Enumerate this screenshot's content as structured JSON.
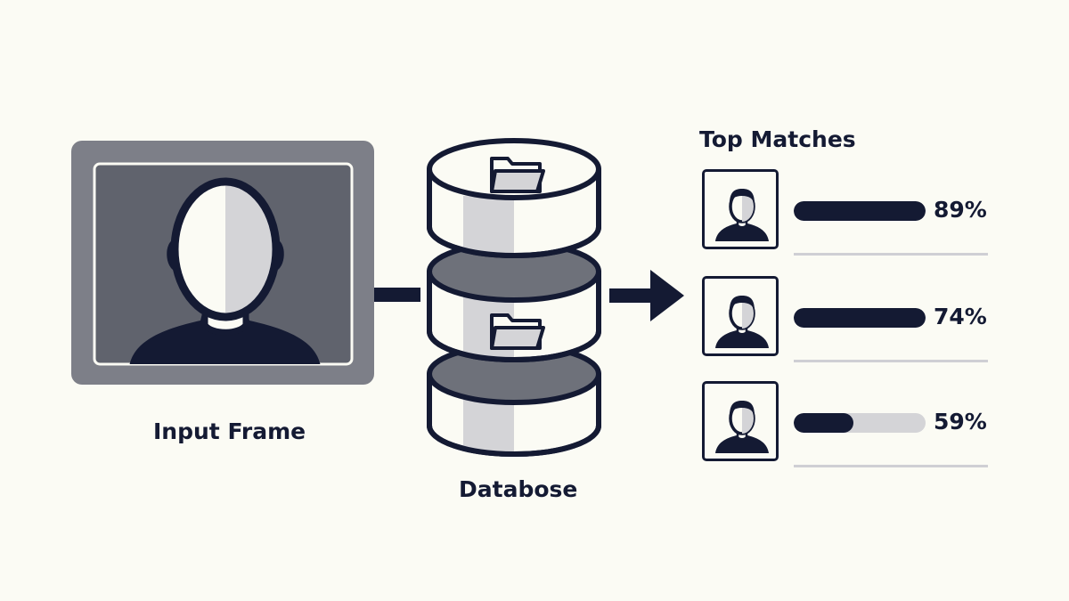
{
  "input": {
    "label": "Input Frame"
  },
  "database": {
    "label": "Databose"
  },
  "matches": {
    "title": "Top Matches",
    "items": [
      {
        "score": 0.89,
        "percent_label": "89%"
      },
      {
        "score": 0.74,
        "percent_label": "74%"
      },
      {
        "score": 0.59,
        "percent_label": "59%"
      }
    ]
  },
  "colors": {
    "ink": "#141a33",
    "frame_outer": "#7d7f88",
    "frame_inner": "#60636d",
    "db_gray": "#d4d4d7",
    "db_dark": "#6e717a",
    "background": "#fbfbf4"
  },
  "icons": [
    "person-silhouette-icon",
    "folder-icon",
    "arrow-right-icon"
  ]
}
